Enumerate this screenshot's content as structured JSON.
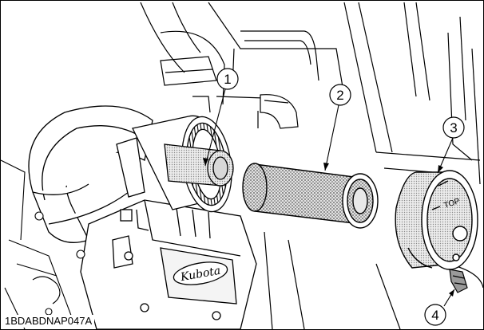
{
  "figure": {
    "reference_code": "1BDABDNAP047A",
    "callouts": [
      {
        "number": "1",
        "part": "inner-element"
      },
      {
        "number": "2",
        "part": "outer-element"
      },
      {
        "number": "3",
        "part": "cover"
      },
      {
        "number": "4",
        "part": "evacuator-valve"
      }
    ],
    "engine_badge": "Kubota",
    "cover_mark": "TOP",
    "colors": {
      "line": "#000000",
      "background": "#ffffff",
      "shade": "#555555"
    }
  }
}
